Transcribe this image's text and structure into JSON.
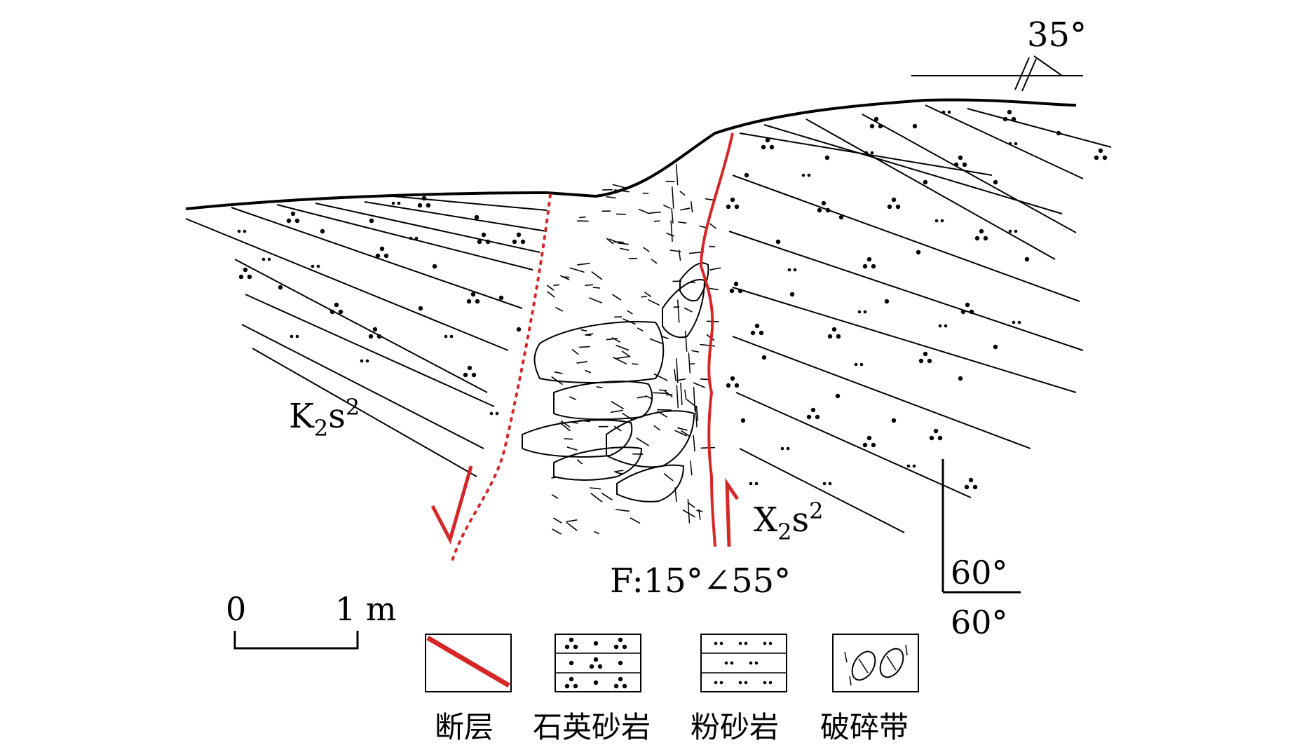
{
  "labels": {
    "left_unit": {
      "main": "K",
      "sub": "2",
      "mid": "s",
      "sup": "2"
    },
    "right_unit": {
      "main": "X",
      "sub": "2",
      "mid": "s",
      "sup": "2"
    },
    "top_attitude": "35°",
    "fault_attitude": "F:15°∠55°",
    "right_attitude_top": "60°",
    "right_attitude_bottom": "60°"
  },
  "scale_bar": {
    "start": "0",
    "end": "1 m"
  },
  "legend": [
    {
      "key": "fault",
      "label": "断层"
    },
    {
      "key": "quartz-sandstone",
      "label": "石英砂岩"
    },
    {
      "key": "siltstone",
      "label": "粉砂岩"
    },
    {
      "key": "breccia-zone",
      "label": "破碎带"
    }
  ],
  "colors": {
    "fault": "#d62728",
    "line": "#000000"
  }
}
